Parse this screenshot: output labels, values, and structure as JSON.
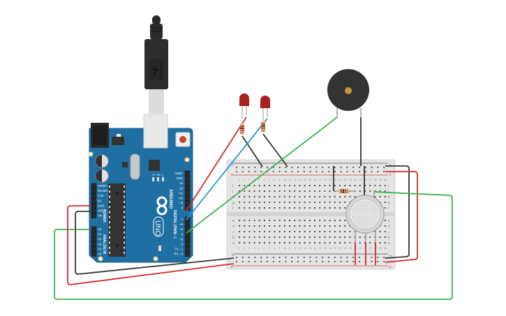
{
  "scene": "circuit-breadboard-schematic",
  "colors": {
    "arduino_board": "#1f6fa3",
    "breadboard": "#e6e6e6",
    "wire_red": "#d42a2a",
    "wire_black": "#333333",
    "wire_blue": "#1e9bd7",
    "wire_green": "#3cb44b",
    "led": "#a82020",
    "buzzer": "#333333",
    "buzzer_center": "#c9953a",
    "reset_button": "#c8452b"
  },
  "arduino": {
    "name": "ARDUINO",
    "model": "UNO",
    "power_header_label": "POWER",
    "analog_header_label": "ANALOG IN",
    "digital_header_label": "DIGITAL (PWM ~)",
    "power_pins": [
      "IOREF",
      "RESET",
      "3.3V",
      "5V",
      "GND",
      "GND",
      "Vin"
    ],
    "analog_pins": [
      "A0",
      "A1",
      "A2",
      "A3",
      "A4",
      "A5"
    ],
    "digital_pins_top": [
      "AREF",
      "GND",
      "13",
      "12",
      "~11",
      "~10",
      "~9",
      "8"
    ],
    "digital_pins_bottom": [
      "7",
      "~6",
      "~5",
      "4",
      "~3",
      "2",
      "TX→1",
      "RX←0"
    ],
    "led_labels": [
      "TX",
      "RX",
      "L"
    ],
    "on_label": "ON"
  },
  "breadboard": {
    "rows_top": [
      "j",
      "i",
      "h",
      "g",
      "f"
    ],
    "rows_bottom": [
      "e",
      "d",
      "c",
      "b",
      "a"
    ],
    "columns": 30,
    "rail_minus": "−",
    "rail_plus": "+"
  },
  "components": [
    {
      "type": "led",
      "color": "red",
      "id": "led-1"
    },
    {
      "type": "led",
      "color": "red",
      "id": "led-2"
    },
    {
      "type": "resistor",
      "id": "resistor-1"
    },
    {
      "type": "resistor",
      "id": "resistor-2"
    },
    {
      "type": "resistor",
      "id": "resistor-3"
    },
    {
      "type": "piezo-buzzer",
      "id": "buzzer"
    },
    {
      "type": "gas-sensor",
      "id": "gas-sensor"
    },
    {
      "type": "usb-cable",
      "id": "usb-cable"
    }
  ]
}
